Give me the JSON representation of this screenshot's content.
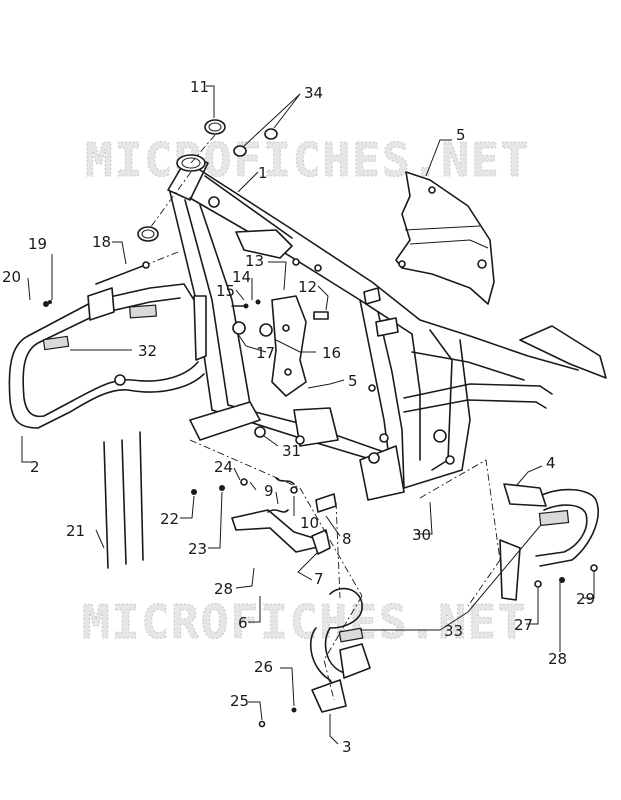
{
  "watermark": "MICROFICHES.NET",
  "callouts": [
    {
      "id": "c1",
      "text": "1"
    },
    {
      "id": "c2",
      "text": "2"
    },
    {
      "id": "c3",
      "text": "3"
    },
    {
      "id": "c4",
      "text": "4"
    },
    {
      "id": "c5a",
      "text": "5"
    },
    {
      "id": "c5b",
      "text": "5"
    },
    {
      "id": "c6",
      "text": "6"
    },
    {
      "id": "c7",
      "text": "7"
    },
    {
      "id": "c8",
      "text": "8"
    },
    {
      "id": "c9",
      "text": "9"
    },
    {
      "id": "c10",
      "text": "10"
    },
    {
      "id": "c11",
      "text": "11"
    },
    {
      "id": "c12",
      "text": "12"
    },
    {
      "id": "c13",
      "text": "13"
    },
    {
      "id": "c14",
      "text": "14"
    },
    {
      "id": "c15",
      "text": "15"
    },
    {
      "id": "c16",
      "text": "16"
    },
    {
      "id": "c17",
      "text": "17"
    },
    {
      "id": "c18",
      "text": "18"
    },
    {
      "id": "c19",
      "text": "19"
    },
    {
      "id": "c20",
      "text": "20"
    },
    {
      "id": "c21",
      "text": "21"
    },
    {
      "id": "c22",
      "text": "22"
    },
    {
      "id": "c23",
      "text": "23"
    },
    {
      "id": "c24",
      "text": "24"
    },
    {
      "id": "c25",
      "text": "25"
    },
    {
      "id": "c26",
      "text": "26"
    },
    {
      "id": "c27",
      "text": "27"
    },
    {
      "id": "c28a",
      "text": "28"
    },
    {
      "id": "c28b",
      "text": "28"
    },
    {
      "id": "c29",
      "text": "29"
    },
    {
      "id": "c30",
      "text": "30"
    },
    {
      "id": "c31",
      "text": "31"
    },
    {
      "id": "c32",
      "text": "32"
    },
    {
      "id": "c33",
      "text": "33"
    },
    {
      "id": "c34",
      "text": "34"
    }
  ]
}
